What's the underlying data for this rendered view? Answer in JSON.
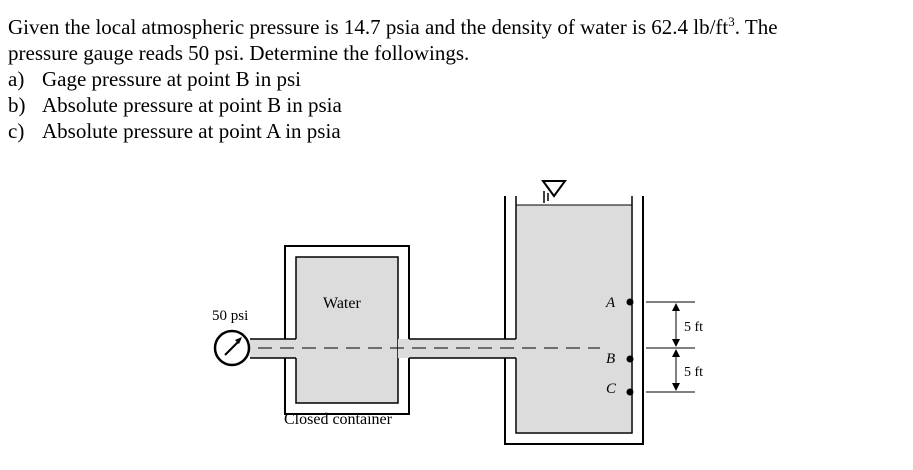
{
  "problem": {
    "intro_line1": "Given the local atmospheric pressure is 14.7 psia and the density of water is 62.4 lb/ft",
    "superscript": "3",
    "intro_line1_end": ". The",
    "intro_line2": "pressure gauge reads 50 psi. Determine the followings.",
    "items": [
      {
        "letter": "a)",
        "text": "Gage pressure at point B in psi"
      },
      {
        "letter": "b)",
        "text": "Absolute pressure at point B in psia"
      },
      {
        "letter": "c)",
        "text": "Absolute pressure at point A in psia"
      }
    ]
  },
  "figure": {
    "gauge_reading": "50 psi",
    "container_fluid": "Water",
    "container_caption": "Closed container",
    "points": [
      "A",
      "B",
      "C"
    ],
    "dimensions": [
      "5 ft",
      "5 ft"
    ],
    "colors": {
      "water": "#dcdcdc",
      "wall": "#000000"
    }
  }
}
